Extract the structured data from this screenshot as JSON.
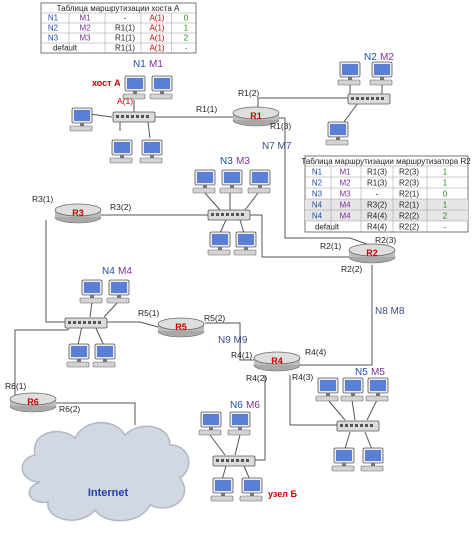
{
  "host_a_table": {
    "title": "Таблица маршрутизации хоста А",
    "rows": [
      [
        "N1",
        "M1",
        "-",
        "A(1)",
        "0"
      ],
      [
        "N2",
        "M2",
        "R1(1)",
        "A(1)",
        "1"
      ],
      [
        "N3",
        "M3",
        "R1(1)",
        "A(1)",
        "2"
      ],
      [
        "default",
        "",
        "R1(1)",
        "A(1)",
        "-"
      ]
    ]
  },
  "r2_table": {
    "title": "Таблица маршрутизации маршрутизатора R2",
    "rows": [
      [
        "N1",
        "M1",
        "R1(3)",
        "R2(3)",
        "1"
      ],
      [
        "N2",
        "M2",
        "R1(3)",
        "R2(3)",
        "1"
      ],
      [
        "N3",
        "M3",
        "-",
        "R2(1)",
        "0"
      ],
      [
        "N4",
        "M4",
        "R3(2)",
        "R2(1)",
        "1"
      ],
      [
        "N4",
        "M4",
        "R4(4)",
        "R2(2)",
        "2"
      ],
      [
        "default",
        "",
        "R4(4)",
        "R2(2)",
        "-"
      ]
    ]
  },
  "routers": {
    "r1": "R1",
    "r2": "R2",
    "r3": "R3",
    "r4": "R4",
    "r5": "R5",
    "r6": "R6"
  },
  "networks": {
    "n1": {
      "n": "N1",
      "m": "M1"
    },
    "n2": {
      "n": "N2",
      "m": "M2"
    },
    "n3": {
      "n": "N3",
      "m": "M3"
    },
    "n4": {
      "n": "N4",
      "m": "M4"
    },
    "n5": {
      "n": "N5",
      "m": "M5"
    },
    "n6": {
      "n": "N6",
      "m": "M6"
    },
    "n7": "N7 M7",
    "n8": "N8 M8",
    "n9": "N9 M9"
  },
  "ports": {
    "a1": "A(1)",
    "r1_1": "R1(1)",
    "r1_2": "R1(2)",
    "r1_3": "R1(3)",
    "r2_1": "R2(1)",
    "r2_2": "R2(2)",
    "r2_3": "R2(3)",
    "r3_1": "R3(1)",
    "r3_2": "R3(2)",
    "r4_1": "R4(1)",
    "r4_2": "R4(2)",
    "r4_3": "R4(3)",
    "r4_4": "R4(4)",
    "r5_1": "R5(1)",
    "r5_2": "R5(2)",
    "r6_1": "R6(1)",
    "r6_2": "R6(2)"
  },
  "hosts": {
    "a": "хост А",
    "b": "узел Б"
  },
  "internet": "Internet",
  "colors": {
    "router_label": "#cc0000",
    "network_n": "#1f4fa8",
    "network_m": "#7a2f9a",
    "metric_green": "#1a8a1a",
    "line": "#555555"
  }
}
